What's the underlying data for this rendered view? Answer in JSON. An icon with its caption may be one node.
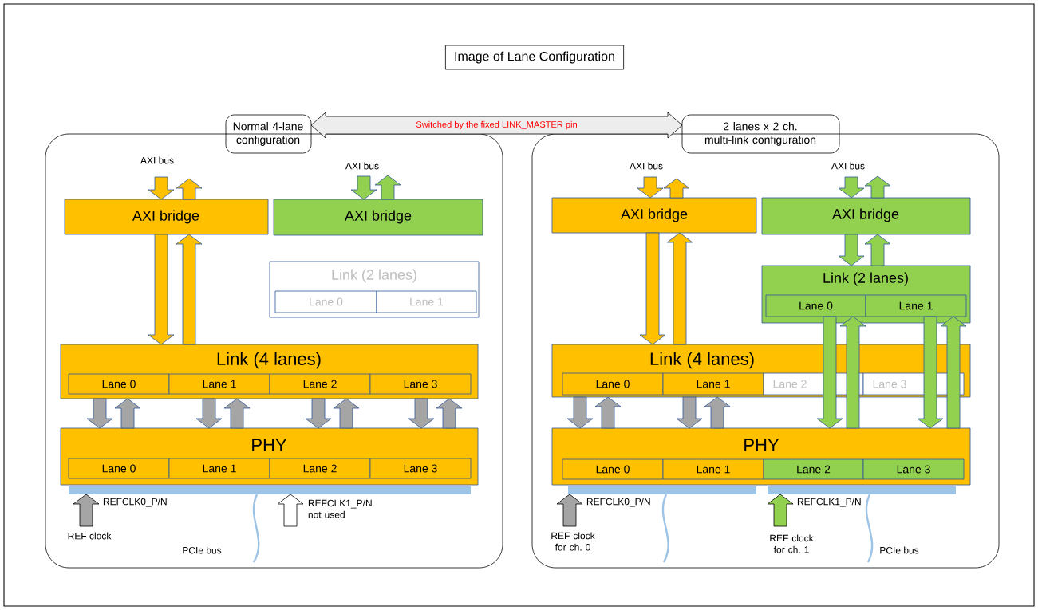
{
  "diagram": {
    "title": "Image of Lane Configuration",
    "nodes": [
      {
        "text": [
          "Normal 4-lane configuration"
        ]
      },
      {
        "text": [],
        "shape": "box"
      },
      {
        "text": [
          "AXI bridge"
        ],
        "in": 1
      },
      {
        "text": [
          "AXI bridge"
        ],
        "in": 1
      },
      {
        "text": [
          "Link (2 lanes)"
        ],
        "in": 1
      },
      {
        "text": [
          "Lane 0"
        ],
        "in": 4
      },
      {
        "text": [
          "Lane 1"
        ],
        "in": 4
      },
      {
        "text": [
          "Link (4 lanes)"
        ],
        "in": 1
      },
      {
        "text": [
          "Lane 0"
        ],
        "in": 7
      },
      {
        "text": [
          "Lane 1"
        ],
        "in": 7
      },
      {
        "text": [
          "Lane 2"
        ],
        "in": 7
      },
      {
        "text": [
          "Lane 3"
        ],
        "in": 7
      },
      {
        "text": [
          "PHY"
        ],
        "in": 1
      },
      {
        "text": [
          "Lane 0"
        ],
        "in": 12
      },
      {
        "text": [
          "Lane 1"
        ],
        "in": 12
      },
      {
        "text": [
          "Lane 2"
        ],
        "in": 12
      },
      {
        "text": [
          "Lane 3"
        ],
        "in": 12
      },
      {
        "text": [],
        "shape": "bar",
        "in": 1
      },
      {
        "text": [
          "2 lanes x 2 ch. multi-link configuration"
        ]
      },
      {
        "text": [],
        "shape": "box"
      },
      {
        "text": [
          "AXI bridge"
        ],
        "in": 19
      },
      {
        "text": [
          "AXI bridge"
        ],
        "in": 19
      },
      {
        "text": [
          "Link (2 lanes)"
        ],
        "in": 19
      },
      {
        "text": [
          "Lane 0"
        ],
        "in": 22
      },
      {
        "text": [
          "Lane 1"
        ],
        "in": 22
      },
      {
        "text": [
          "Link (4 lanes)"
        ],
        "in": 19
      },
      {
        "text": [
          "Lane 0"
        ],
        "in": 25
      },
      {
        "text": [
          "Lane 1"
        ],
        "in": 25
      },
      {
        "text": [
          "Lane 2"
        ],
        "in": 25
      },
      {
        "text": [
          "Lane 3"
        ],
        "in": 25
      },
      {
        "text": [
          "PHY"
        ],
        "in": 19
      },
      {
        "text": [
          "Lane 0"
        ],
        "in": 30
      },
      {
        "text": [
          "Lane 1"
        ],
        "in": 30
      },
      {
        "text": [
          "Lane 2"
        ],
        "in": 30
      },
      {
        "text": [
          "Lane 3"
        ],
        "in": 30
      },
      {
        "text": [],
        "shape": "bar",
        "in": 19
      },
      {
        "text": [],
        "shape": "bar",
        "in": 19
      }
    ],
    "edges": [
      {
        "from": null,
        "to": 2,
        "arrow": "to",
        "color": "#ffc000"
      },
      {
        "from": 2,
        "to": null,
        "arrow": "to",
        "color": "#ffc000"
      },
      {
        "from": null,
        "to": 3,
        "arrow": "to",
        "color": "#92d050"
      },
      {
        "from": 3,
        "to": null,
        "arrow": "to",
        "color": "#92d050"
      },
      {
        "from": 2,
        "to": 7,
        "arrow": "to",
        "color": "#ffc000"
      },
      {
        "from": 7,
        "to": 2,
        "arrow": "to",
        "color": "#ffc000"
      },
      {
        "from": 7,
        "to": 12,
        "arrow": "to"
      },
      {
        "from": 12,
        "to": 7,
        "arrow": "to"
      },
      {
        "from": 7,
        "to": 12,
        "arrow": "to"
      },
      {
        "from": 12,
        "to": 7,
        "arrow": "to"
      },
      {
        "from": 7,
        "to": 12,
        "arrow": "to"
      },
      {
        "from": 12,
        "to": 7,
        "arrow": "to"
      },
      {
        "from": 7,
        "to": 12,
        "arrow": "to"
      },
      {
        "from": 12,
        "to": 7,
        "arrow": "to"
      },
      {
        "from": null,
        "to": 17,
        "arrow": "to",
        "label": "REFCLK0_P/N"
      },
      {
        "from": null,
        "to": 17,
        "arrow": "to",
        "color": "#ffffff",
        "label": "REFCLK1_P/N not used"
      },
      {
        "from": null,
        "to": 20,
        "arrow": "to",
        "color": "#ffc000"
      },
      {
        "from": 20,
        "to": null,
        "arrow": "to",
        "color": "#ffc000"
      },
      {
        "from": null,
        "to": 21,
        "arrow": "to",
        "color": "#92d050"
      },
      {
        "from": 21,
        "to": null,
        "arrow": "to",
        "color": "#92d050"
      },
      {
        "from": 20,
        "to": 25,
        "arrow": "to",
        "color": "#ffc000"
      },
      {
        "from": 25,
        "to": 20,
        "arrow": "to",
        "color": "#ffc000"
      },
      {
        "from": 21,
        "to": 22,
        "arrow": "to",
        "color": "#92d050"
      },
      {
        "from": 22,
        "to": 21,
        "arrow": "to",
        "color": "#92d050"
      },
      {
        "from": 25,
        "to": 30,
        "arrow": "to"
      },
      {
        "from": 30,
        "to": 25,
        "arrow": "to"
      },
      {
        "from": 25,
        "to": 30,
        "arrow": "to"
      },
      {
        "from": 30,
        "to": 25,
        "arrow": "to"
      },
      {
        "from": 23,
        "to": 30,
        "arrow": "to",
        "color": "#92d050"
      },
      {
        "from": 30,
        "to": 23,
        "arrow": "to",
        "color": "#92d050"
      },
      {
        "from": 24,
        "to": 30,
        "arrow": "to",
        "color": "#92d050"
      },
      {
        "from": 30,
        "to": 24,
        "arrow": "to",
        "color": "#92d050"
      },
      {
        "from": null,
        "to": 35,
        "arrow": "to",
        "label": "REFCLK0_P/N"
      },
      {
        "from": null,
        "to": 36,
        "arrow": "to",
        "color": "#92d050",
        "label": "REFCLK1_P/N"
      },
      {
        "from": 0,
        "to": 18,
        "arrow": "both",
        "label": "Switched by the fixed LINK_MASTER pin",
        "color": "#ededed"
      }
    ],
    "labels": [
      "AXI bus",
      "AXI bus",
      "AXI bus",
      "AXI bus",
      "REF clock",
      "PCIe bus",
      "REF clock for ch. 0",
      "REF clock for ch. 1",
      "PCIe bus"
    ]
  }
}
